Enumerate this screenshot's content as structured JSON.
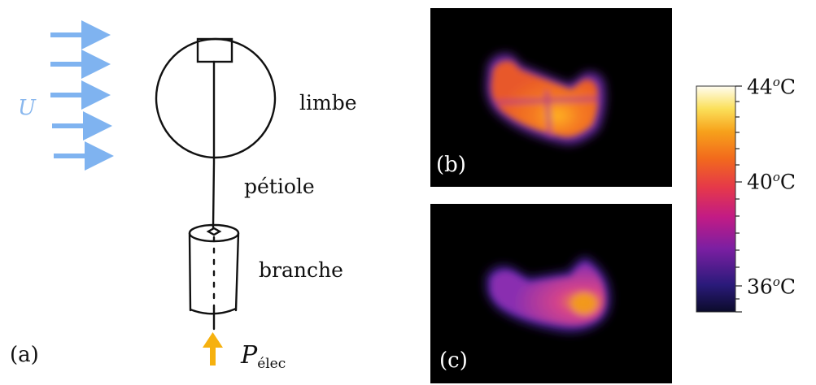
{
  "panel_a": {
    "panel_label": "(a)",
    "wind_label": "U",
    "labels": {
      "limbe": "limbe",
      "petiole": "pétiole",
      "branche": "branche",
      "power_main": "P",
      "power_sub": "élec"
    }
  },
  "panel_b": {
    "panel_label": "(b)"
  },
  "panel_c": {
    "panel_label": "(c)"
  },
  "colorbar": {
    "labels": [
      {
        "value": 44,
        "text": "44",
        "sup": "o",
        "unit": "C"
      },
      {
        "value": 40,
        "text": "40",
        "sup": "o",
        "unit": "C"
      },
      {
        "value": 36,
        "text": "36",
        "sup": "o",
        "unit": "C"
      }
    ]
  },
  "colors": {
    "wind_arrow": "#7fb3f0",
    "power_arrow": "#f6b10f",
    "thermal_background": "#000000",
    "ink": "#111111"
  }
}
